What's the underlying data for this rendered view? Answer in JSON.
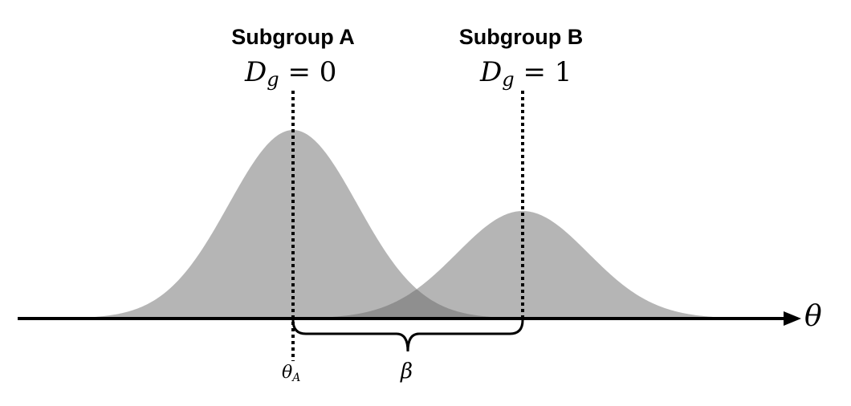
{
  "subgroup_a": {
    "title": "Subgroup A",
    "equation": "D_g = 0",
    "eq_var": "D",
    "eq_sub": "g",
    "eq_rest": " = 0",
    "mean_label": "θ",
    "mean_sub": "A"
  },
  "subgroup_b": {
    "title": "Subgroup B",
    "equation": "D_g = 1",
    "eq_var": "D",
    "eq_sub": "g",
    "eq_rest": " = 1"
  },
  "axis": {
    "label": "θ"
  },
  "brace": {
    "label": "β"
  },
  "colors": {
    "curve_fill": "#b5b5b5",
    "overlap_fill": "#8f8f8f",
    "line": "#000000",
    "background": "#ffffff"
  }
}
